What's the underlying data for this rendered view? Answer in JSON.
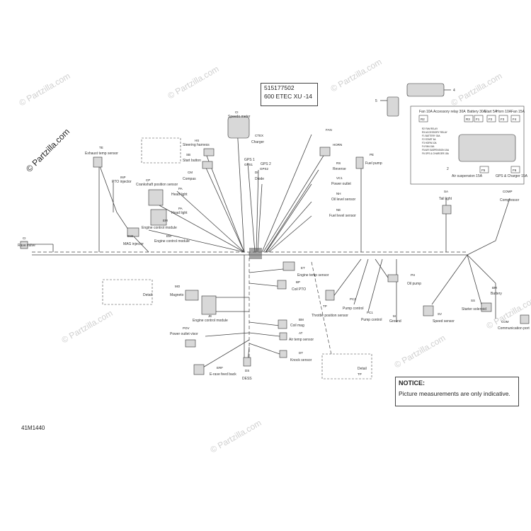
{
  "reference": {
    "part_number": "515177502",
    "model": "600 ETEC XU -14"
  },
  "notice": {
    "title": "NOTICE:",
    "body": "Picture measurements are only indicative."
  },
  "figure_id": "41M1440",
  "watermark": "© Partzilla.com",
  "logo_text": "© Partzilla.com",
  "callouts": {
    "c4": "4",
    "c5": "5",
    "c2": "2"
  },
  "fuse_box": {
    "fuses_top": [
      "Fan 10A",
      "Accessory relay 30A",
      "Battery 30A",
      "Start 5A",
      "Horn 10A",
      "Fan 15A"
    ],
    "slots": [
      "R2",
      "R3",
      "F1",
      "F2",
      "F3",
      "F4",
      "F5",
      "F6"
    ],
    "legend": [
      "R2 FAN RELAY",
      "R3 ACCESSORY RELAY",
      "F1 BATTERY 30A",
      "F2 START 5A",
      "F3 HORN 10A",
      "F4 FAN 15A",
      "F5 AIR SUSPENSION 15A",
      "F6 GPS & CHARGER 15A"
    ],
    "bottom_labels": [
      "Air suspension 15A",
      "GPS & Charger 15A"
    ]
  },
  "components": {
    "speedo": {
      "tag": "CI",
      "label": "Speedo meter"
    },
    "steering": {
      "tag": "HS",
      "label": "Steering harness"
    },
    "start_button": {
      "tag": "SB",
      "label": "Start button"
    },
    "compass": {
      "tag": "CM",
      "label": "Compas"
    },
    "crankshaft": {
      "tag": "CP",
      "label": "Crankshaft position sensor"
    },
    "headlight1": {
      "tag": "PA",
      "label": "Head light"
    },
    "headlight2": {
      "tag": "PA",
      "label": "Head light"
    },
    "ecm_top": {
      "tag": "EM",
      "label": "Engine control module"
    },
    "ecm2": {
      "tag": "EM",
      "label": "Engine control module"
    },
    "exhaust": {
      "tag": "TE",
      "label": "Exhaust temp sensor"
    },
    "pto": {
      "tag": "INP",
      "label": "PTO injector"
    },
    "mag": {
      "tag": "INM",
      "label": "MAG injector"
    },
    "rave": {
      "tag": "CI",
      "label": "Rave valve"
    },
    "charger": {
      "tag": "CTEX",
      "label": "Charger"
    },
    "fan": {
      "tag": "FAN",
      "label": ""
    },
    "horn": {
      "tag": "HORN",
      "label": ""
    },
    "gps1": {
      "tag": "GPS1",
      "label": "GPS 1"
    },
    "gps2": {
      "tag": "GPS2",
      "label": "GPS 2"
    },
    "diode": {
      "tag": "DI",
      "label": "Diode"
    },
    "reverse": {
      "tag": "RS",
      "label": "Reverse"
    },
    "power_outlet": {
      "tag": "VC1",
      "label": "Power outlet"
    },
    "oil_level": {
      "tag": "NH",
      "label": "Oil level sensor"
    },
    "fuel_level": {
      "tag": "NE",
      "label": "Fuel level sensor"
    },
    "fuel_pump": {
      "tag": "PE",
      "label": "Fuel pump"
    },
    "tail_light": {
      "tag": "SA",
      "label": "Tail light"
    },
    "compressor": {
      "tag": "COMP",
      "label": "Compressor"
    },
    "engine_temp": {
      "tag": "ET",
      "label": "Engine temp sensor"
    },
    "coil_pto": {
      "tag": "BP",
      "label": "Coil PTO"
    },
    "magneto": {
      "tag": "MO",
      "label": "Magneto"
    },
    "ecm_low": {
      "tag": "JE",
      "label": "Engine control module"
    },
    "oil_pump": {
      "tag": "PH",
      "label": "Oil pump"
    },
    "pump_control": {
      "tag": "PC2",
      "label": "Pump control"
    },
    "pump_control2": {
      "tag": "PC1",
      "label": "Pump control"
    },
    "ground": {
      "tag": "M",
      "label": "Ground"
    },
    "throttle": {
      "tag": "TP",
      "label": "Throttle position sensor"
    },
    "starter": {
      "tag": "SS",
      "label": "Starter solenoid"
    },
    "battery": {
      "tag": "BM",
      "label": "Battery"
    },
    "speed_sensor": {
      "tag": "SV",
      "label": "Speed sensor"
    },
    "comm": {
      "tag": "COM",
      "label": "Communication port"
    },
    "coil_mag": {
      "tag": "BM",
      "label": "Coil mag"
    },
    "air_temp": {
      "tag": "AT",
      "label": "Air temp sensor"
    },
    "knock": {
      "tag": "DT",
      "label": "Knock sensor"
    },
    "power_outlet_visor": {
      "tag": "POV",
      "label": "Power outlet visor"
    },
    "erave": {
      "tag": "ERF",
      "label": "E-rave feed back"
    },
    "dess": {
      "tag": "DS",
      "label": "DESS"
    }
  },
  "details": {
    "d1": "Detail",
    "d2": "Detail",
    "d2_tag": "TP"
  }
}
